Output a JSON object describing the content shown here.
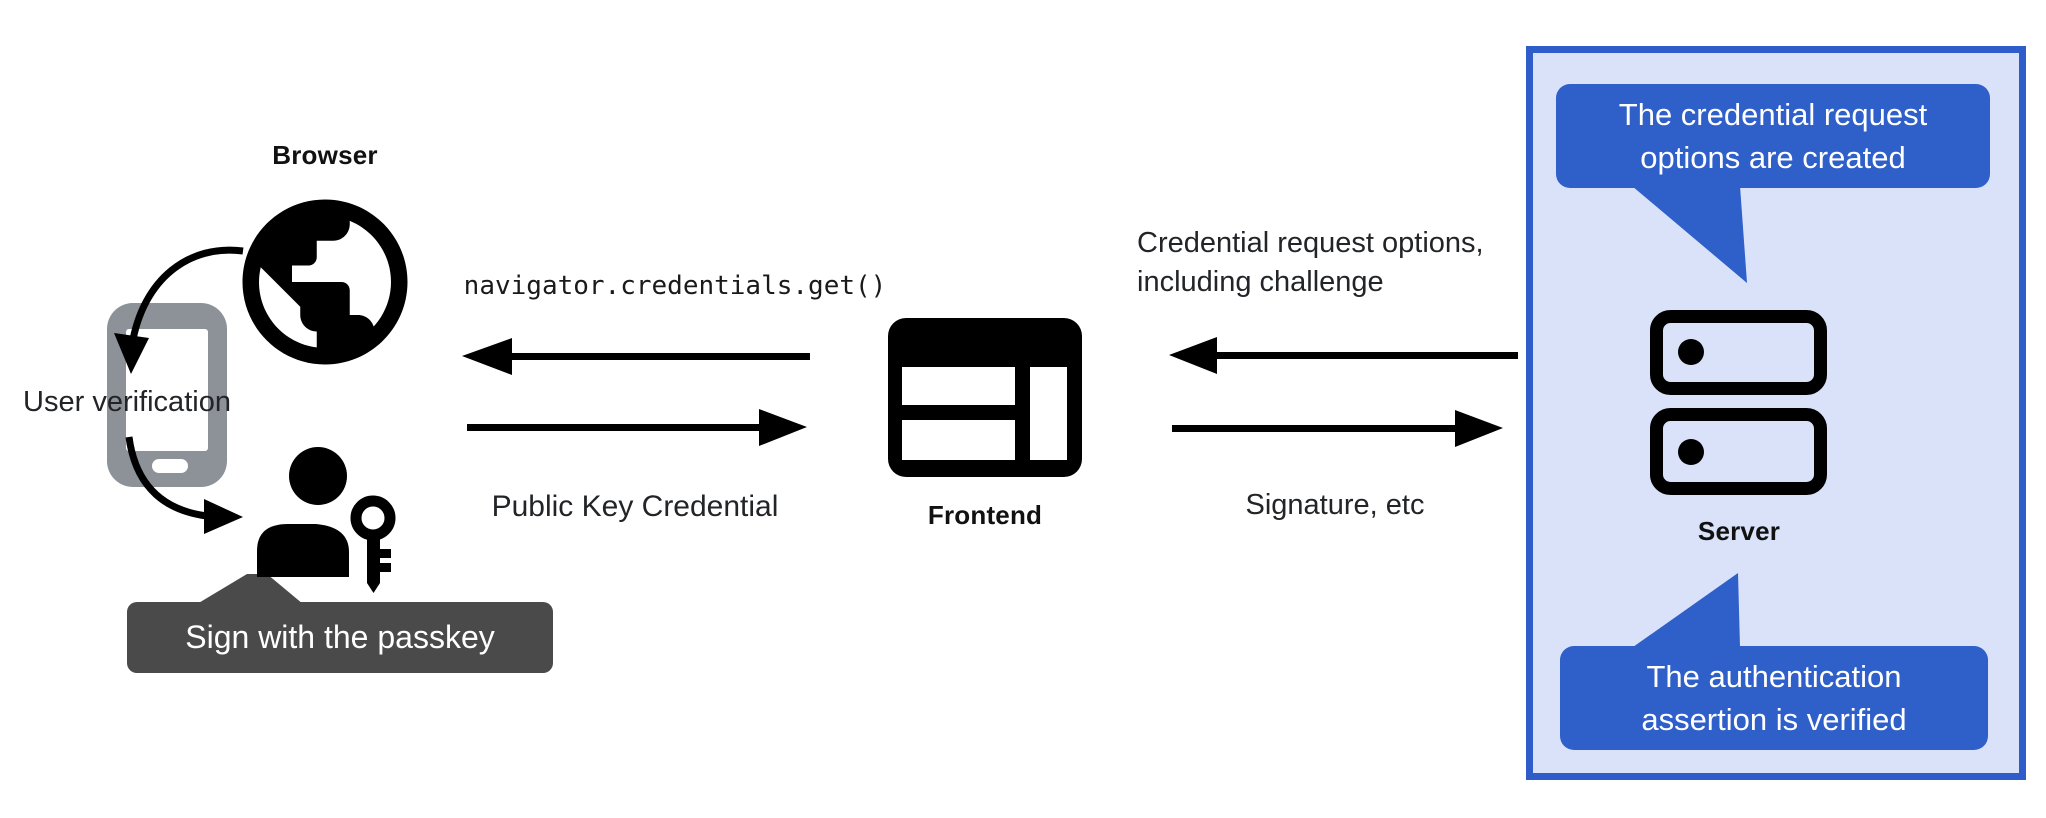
{
  "diagram": {
    "title_context": "Passkey authentication flow",
    "left": {
      "browser_caption": "Browser",
      "user_verification_label": "User verification",
      "passkey_tooltip": "Sign with the passkey"
    },
    "middle": {
      "code_label": "navigator.credentials.get()",
      "public_key_label": "Public Key Credential",
      "frontend_caption": "Frontend"
    },
    "right": {
      "request_options_line1": "Credential request options,",
      "request_options_line2": "including challenge",
      "signature_label": "Signature, etc",
      "server_caption": "Server",
      "bubble_top_line1": "The credential request",
      "bubble_top_line2": "options are created",
      "bubble_bottom_line1": "The authentication",
      "bubble_bottom_line2": "assertion is verified"
    },
    "colors": {
      "accent_blue": "#2f5fc9",
      "panel_border_blue": "#2e5cc8",
      "panel_fill_light_blue": "#d9e2f9",
      "dark_tooltip_gray": "#4a4a4a",
      "phone_gray": "#8d9298",
      "ink_black": "#111111",
      "white": "#ffffff"
    },
    "icons": {
      "globe-icon": "black filled globe with continents (browser)",
      "phone-icon": "gray rounded smartphone outline",
      "user-icon": "black person silhouette",
      "key-icon": "black key with round bow and teeth",
      "frontend-window-icon": "black browser window with content panes",
      "server-icon": "two stacked server units with indicator dots",
      "curved-arrow-icon": "curved black arrow",
      "straight-arrow-icon": "straight black arrow"
    }
  }
}
